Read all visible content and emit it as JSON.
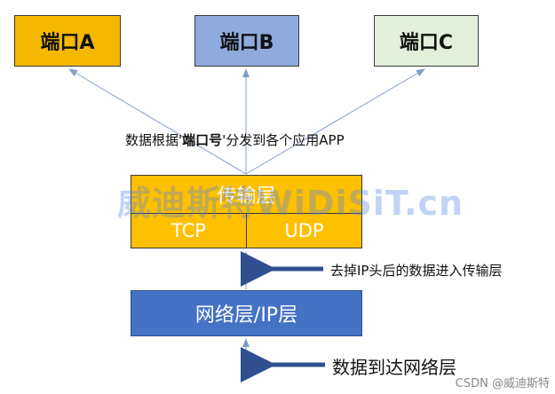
{
  "colors": {
    "port_a": "#f5b800",
    "port_b": "#8faadc",
    "port_c": "#e2efda",
    "transport": "#ffc000",
    "network": "#4472c4",
    "arrow": "#7f9fc8",
    "pointer": "#2f4f8f"
  },
  "ports": [
    {
      "label": "端口A"
    },
    {
      "label": "端口B"
    },
    {
      "label": "端口C"
    }
  ],
  "dispatch_note": {
    "prefix": "数据根据'",
    "bold": "端口号",
    "suffix": "'分发到各个应用APP"
  },
  "transport_layer": {
    "title": "传输层",
    "protocols": [
      "TCP",
      "UDP"
    ]
  },
  "strip_note": "去掉IP头后的数据进入传输层",
  "network_layer": {
    "title": "网络层/IP层"
  },
  "arrive_note": "数据到达网络层",
  "watermark": "威迪斯特WiDiSiT.cn",
  "credit": "CSDN @威迪斯特"
}
